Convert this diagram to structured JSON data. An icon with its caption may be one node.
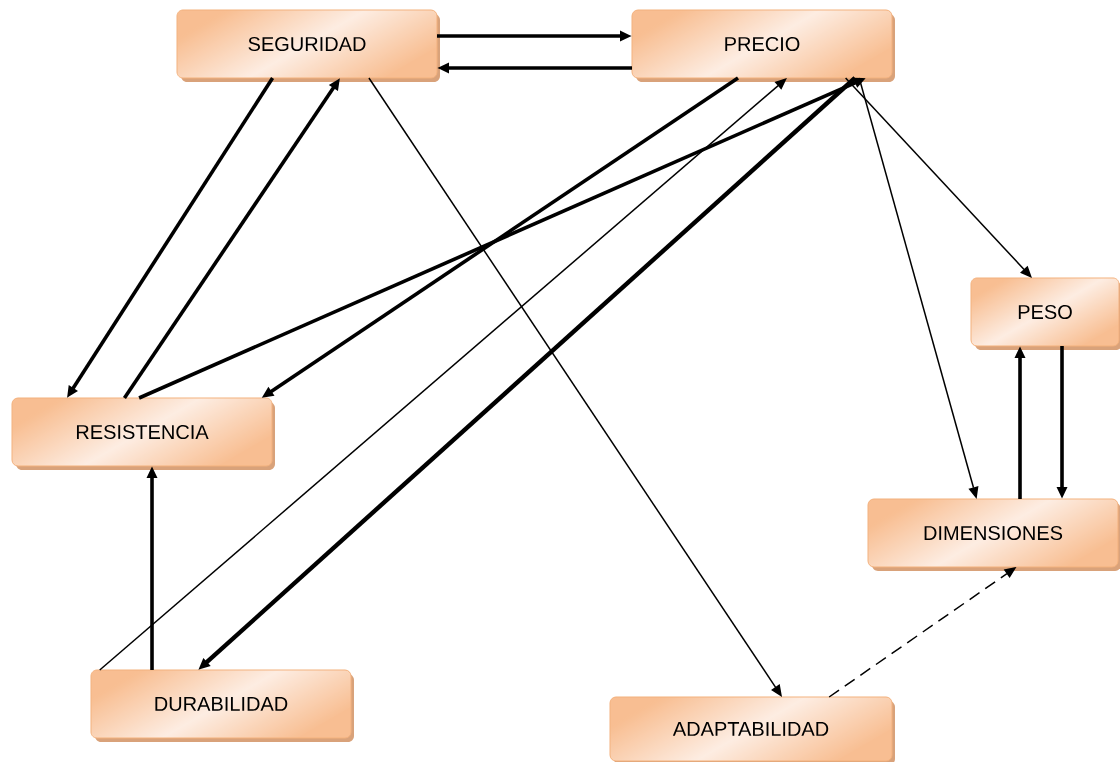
{
  "diagram": {
    "nodes": [
      {
        "text": [
          "SEGURIDAD"
        ]
      },
      {
        "text": [
          "PRECIO"
        ]
      },
      {
        "text": [
          "PESO"
        ]
      },
      {
        "text": [
          "RESISTENCIA"
        ]
      },
      {
        "text": [
          "DIMENSIONES"
        ]
      },
      {
        "text": [
          "DURABILIDAD"
        ]
      },
      {
        "text": [
          "ADAPTABILIDAD"
        ]
      }
    ],
    "edges": [
      {
        "from": 0,
        "to": 1,
        "arrow": "to"
      },
      {
        "from": 1,
        "to": 0,
        "arrow": "to"
      },
      {
        "from": 0,
        "to": 3,
        "arrow": "to"
      },
      {
        "from": 3,
        "to": 0,
        "arrow": "to"
      },
      {
        "from": 3,
        "to": 1,
        "arrow": "to"
      },
      {
        "from": 1,
        "to": 3,
        "arrow": "to"
      },
      {
        "from": 5,
        "to": 1,
        "arrow": "to"
      },
      {
        "from": 1,
        "to": 5,
        "arrow": "to"
      },
      {
        "from": 0,
        "to": 6,
        "arrow": "to"
      },
      {
        "from": 1,
        "to": 2,
        "arrow": "to"
      },
      {
        "from": 1,
        "to": 4,
        "arrow": "to"
      },
      {
        "from": 4,
        "to": 2,
        "arrow": "to"
      },
      {
        "from": 2,
        "to": 4,
        "arrow": "to"
      },
      {
        "from": 5,
        "to": 3,
        "arrow": "to"
      },
      {
        "from": 6,
        "to": 4,
        "arrow": "to",
        "style": "dashed"
      }
    ]
  }
}
